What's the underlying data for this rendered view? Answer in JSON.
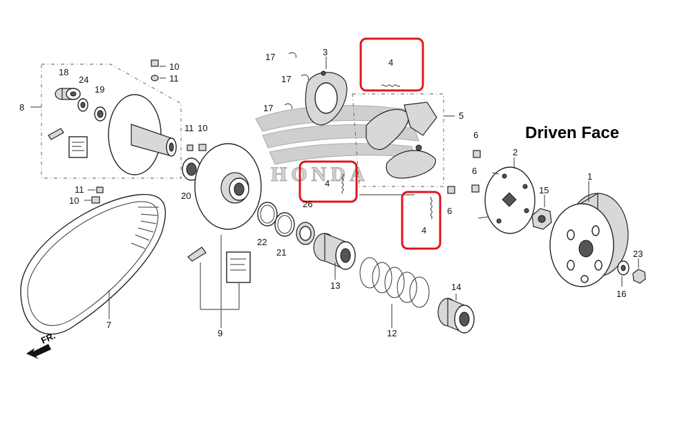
{
  "title": "Driven Face",
  "brand": "HONDA",
  "direction_marker": "FR.",
  "labels": {
    "p1": "1",
    "p2": "2",
    "p3": "3",
    "p4a": "4",
    "p4b": "4",
    "p4c": "4",
    "p5": "5",
    "p6a": "6",
    "p6b": "6",
    "p6c": "6",
    "p7": "7",
    "p8": "8",
    "p9": "9",
    "p10a": "10",
    "p10b": "10",
    "p10c": "10",
    "p11a": "11",
    "p11b": "11",
    "p11c": "11",
    "p12": "12",
    "p13": "13",
    "p14": "14",
    "p15": "15",
    "p16": "16",
    "p17a": "17",
    "p17b": "17",
    "p17c": "17",
    "p18": "18",
    "p19": "19",
    "p20": "20",
    "p21": "21",
    "p22": "22",
    "p23": "23",
    "p24": "24",
    "p26": "26"
  },
  "highlight_color": "#e0141e"
}
